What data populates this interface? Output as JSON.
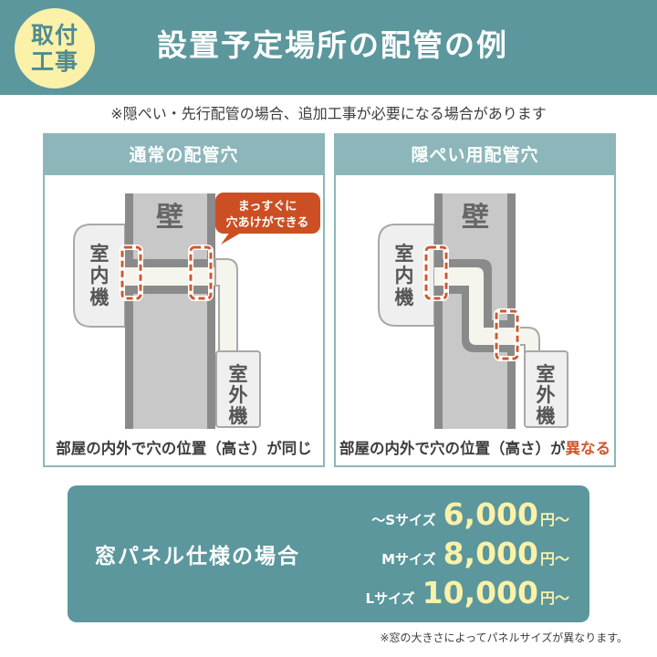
{
  "header": {
    "badge_line1": "取付",
    "badge_line2": "工事",
    "title": "設置予定場所の配管の例",
    "bg_color": "#5b979d",
    "badge_color": "#fbf1a8"
  },
  "notice": "※隠ぺい・先行配管の場合、追加工事が必要になる場合があります",
  "cards": [
    {
      "title": "通常の配管穴",
      "wall_label": "壁",
      "indoor_label": [
        "室",
        "内",
        "機"
      ],
      "outdoor_label": [
        "室",
        "外",
        "機"
      ],
      "bubble_line1": "まっすぐに",
      "bubble_line2": "穴あけができる",
      "caption": "部屋の内外で穴の位置（高さ）が同じ",
      "caption_accent": ""
    },
    {
      "title": "隠ぺい用配管穴",
      "wall_label": "壁",
      "indoor_label": [
        "室",
        "内",
        "機"
      ],
      "outdoor_label": [
        "室",
        "外",
        "機"
      ],
      "caption": "部屋の内外で穴の位置（高さ）が",
      "caption_accent": "異なる"
    }
  ],
  "panel": {
    "label": "窓パネル仕様の場合",
    "prices": [
      {
        "size": "～Sサイズ",
        "amount": "6,000",
        "unit": "円～"
      },
      {
        "size": "Mサイズ",
        "amount": "8,000",
        "unit": "円～"
      },
      {
        "size": "Lサイズ",
        "amount": "10,000",
        "unit": "円～"
      }
    ]
  },
  "footnote": "※窓の大きさによってパネルサイズが異なります。",
  "colors": {
    "accent_red": "#d0582f",
    "card_header": "#8cb6ba",
    "price_yellow": "#fbf1a8"
  }
}
